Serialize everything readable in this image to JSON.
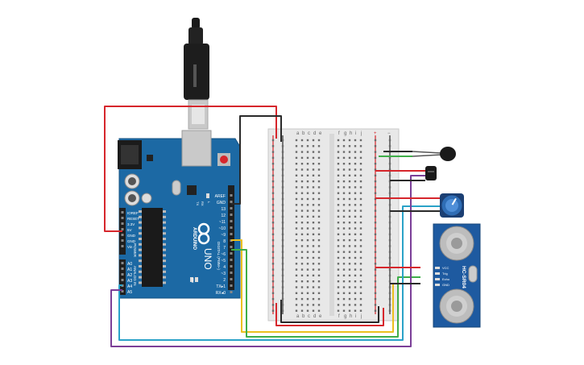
{
  "arduino": {
    "brand": "ARDUINO",
    "model": "UNO",
    "digital_header": "DIGITAL (PWM~)",
    "analog_header": "ANALOG IN",
    "power_header": "POWER",
    "tx_label": "TX▸1",
    "rx_label": "RX◂0",
    "digital_pins": [
      "AREF",
      "GND",
      "13",
      "12",
      "~11",
      "~10",
      "~9",
      "8",
      "7",
      "~6",
      "~5",
      "4",
      "~3",
      "2",
      "TX▸1",
      "RX◂0"
    ],
    "power_pins": [
      "IOREF",
      "RESET",
      "3.3V",
      "5V",
      "GND",
      "GND",
      "Vin"
    ],
    "analog_pins": [
      "A0",
      "A1",
      "A2",
      "A3",
      "A4",
      "A5"
    ],
    "on_label": "ON",
    "l_label": "L",
    "tx_led": "TX",
    "rx_led": "RX"
  },
  "breadboard": {
    "columns_left": [
      "a",
      "b",
      "c",
      "d",
      "e"
    ],
    "columns_right": [
      "f",
      "g",
      "h",
      "i",
      "j"
    ],
    "plus": "+",
    "minus": "−"
  },
  "ultrasonic": {
    "model": "HC-SR04",
    "pins": [
      "VCC",
      "Trig",
      "Echo",
      "GND"
    ]
  },
  "colors": {
    "board_blue": "#1c69a4",
    "wire_red": "#d6262c",
    "wire_black": "#2a2a2a",
    "wire_green": "#3fae49",
    "wire_yellow": "#ecc01f",
    "wire_cyan": "#2aa2c8",
    "wire_purple": "#7b3f98",
    "breadboard": "#e8e8e8"
  }
}
